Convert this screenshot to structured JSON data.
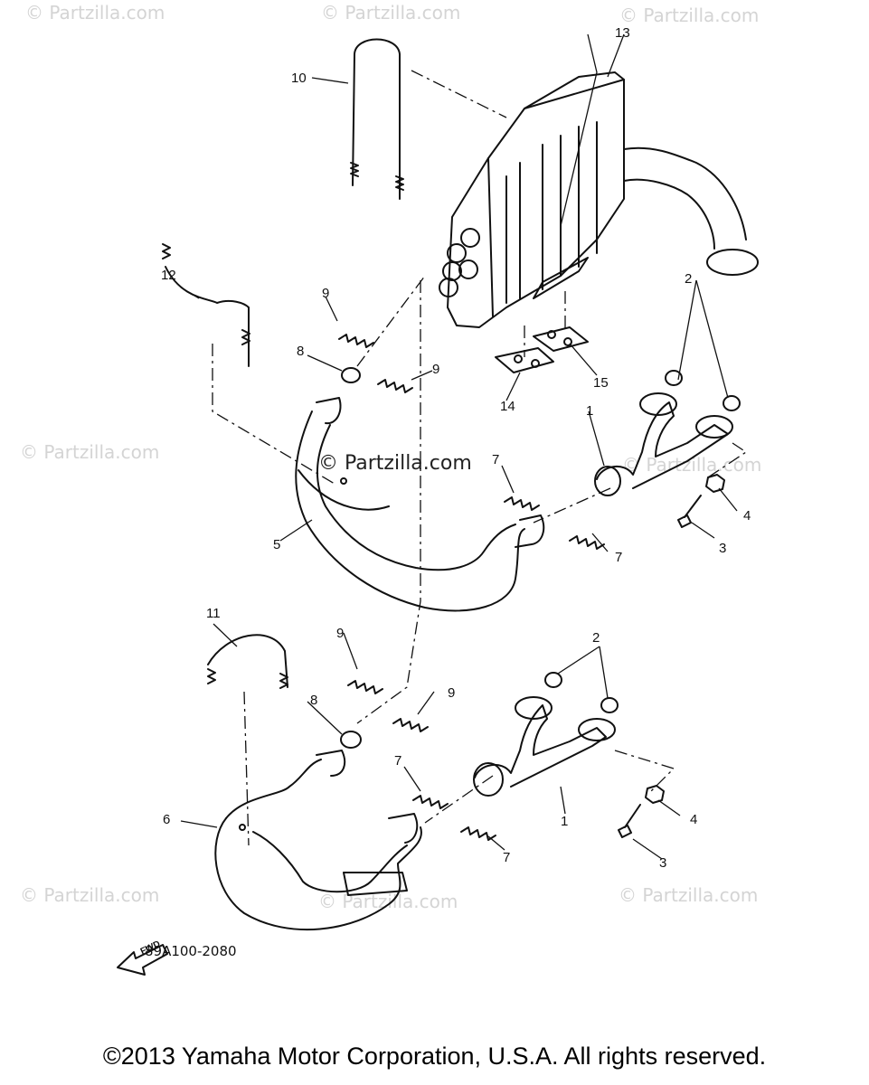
{
  "watermark": "© Partzilla.com",
  "watermark_center": "© Partzilla.com",
  "callouts": {
    "c1a": "1",
    "c1b": "1",
    "c2a": "2",
    "c2b": "2",
    "c3a": "3",
    "c3b": "3",
    "c4a": "4",
    "c4b": "4",
    "c5": "5",
    "c6": "6",
    "c7a": "7",
    "c7b": "7",
    "c7c": "7",
    "c7d": "7",
    "c8a": "8",
    "c8b": "8",
    "c9a": "9",
    "c9b": "9",
    "c9c": "9",
    "c9d": "9",
    "c10": "10",
    "c11": "11",
    "c12": "12",
    "c13": "13",
    "c14": "14",
    "c15": "15"
  },
  "fwd_label": "FWD",
  "part_number": "89A100-2080",
  "copyright": "©2013 Yamaha Motor Corporation, U.S.A. All rights reserved."
}
